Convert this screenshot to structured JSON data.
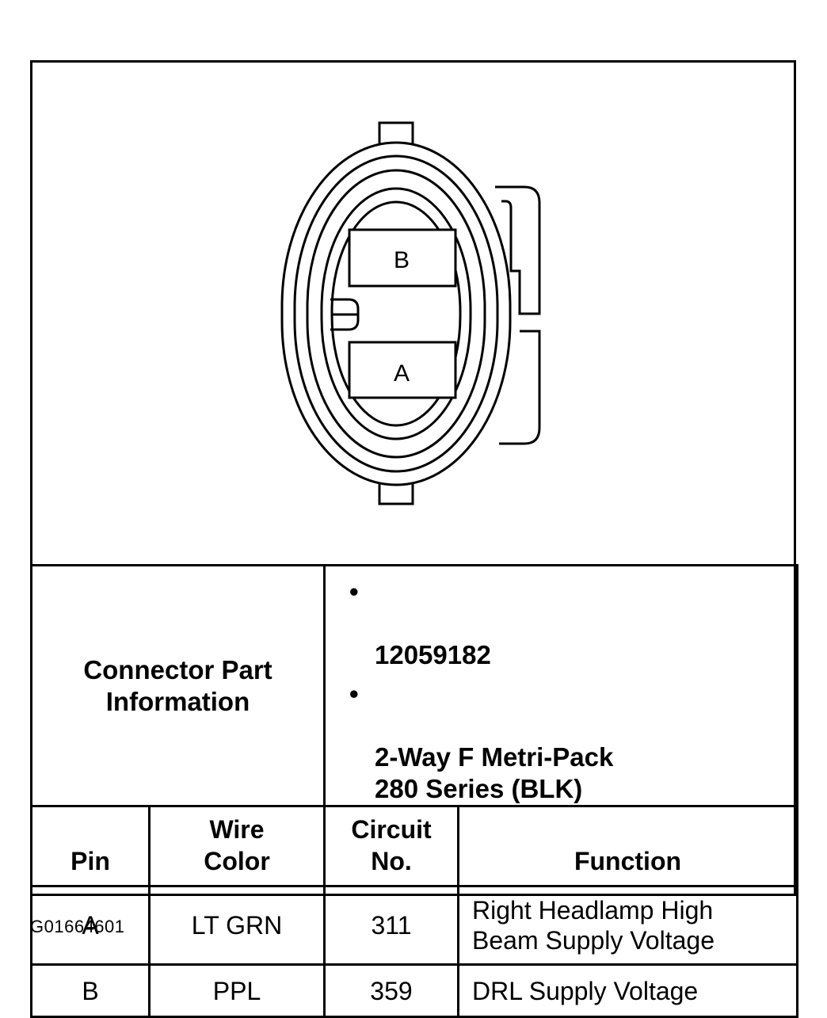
{
  "diagram": {
    "cavity_labels": {
      "top": "B",
      "bottom": "A"
    }
  },
  "connector_part_info": {
    "label": "Connector Part\nInformation",
    "bullet": "•",
    "items": [
      "12059182",
      "2-Way F Metri-Pack\n280 Series (BLK)"
    ]
  },
  "pin_table": {
    "headers": {
      "pin": "Pin",
      "wire_color": "Wire\nColor",
      "circuit_no": "Circuit\nNo.",
      "function": "Function"
    },
    "rows": [
      {
        "pin": "A",
        "wire_color": "LT GRN",
        "circuit_no": "311",
        "function": "Right Headlamp High\nBeam Supply Voltage"
      },
      {
        "pin": "B",
        "wire_color": "PPL",
        "circuit_no": "359",
        "function": "DRL Supply Voltage"
      }
    ]
  },
  "figure_id": "G01664601"
}
